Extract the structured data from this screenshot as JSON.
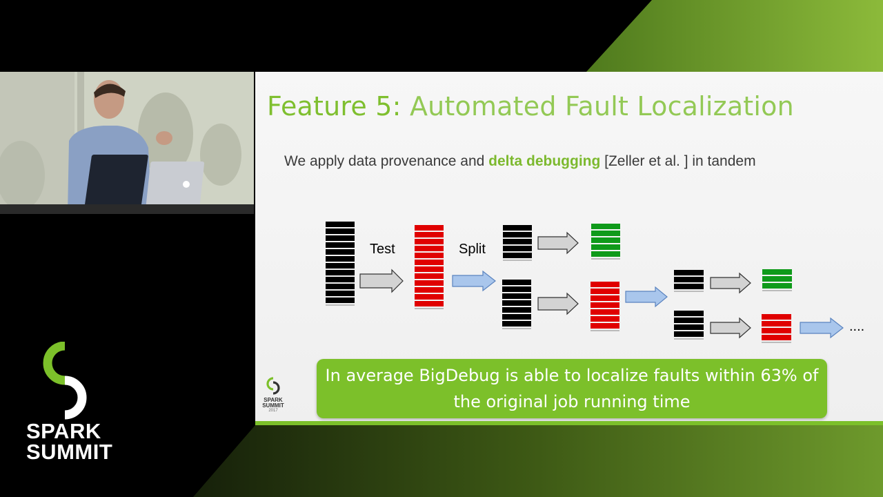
{
  "slide": {
    "title_bold": "Feature 5:",
    "title_rest": "Automated Fault Localization",
    "subtitle_pre": "We apply data provenance and ",
    "subtitle_highlight": "delta debugging",
    "subtitle_post": " [Zeller et al. ] in tandem",
    "callout_line1": "In average BigDebug is able to localize faults within 63% of",
    "callout_line2": "the original job running time",
    "small_logo_line1": "SPARK",
    "small_logo_line2": "SUMMIT",
    "small_logo_year": "2017"
  },
  "diagram": {
    "label_test": "Test",
    "label_split": "Split",
    "ellipsis": "....",
    "colors": {
      "ok": "#0f9a1a",
      "fail": "#e00000",
      "raw": "#000000",
      "arrow_gray": "#cfcfcf",
      "arrow_blue": "#a9c6ec"
    }
  },
  "branding": {
    "line1": "SPARK",
    "line2": "SUMMIT",
    "accent": "#7cc02a"
  }
}
